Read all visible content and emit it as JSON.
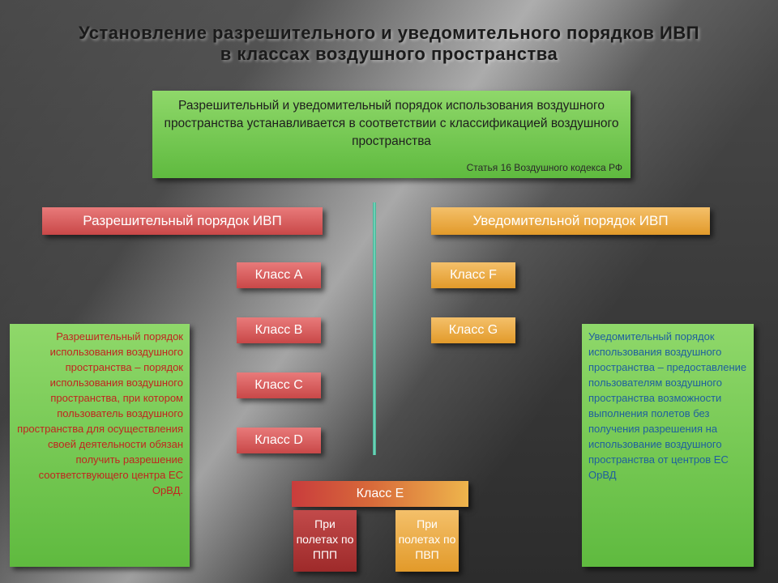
{
  "title": {
    "line1": "Установление разрешительного и уведомительного порядков ИВП",
    "line2": "в классах воздушного пространства"
  },
  "top_box": {
    "text": "Разрешительный и уведомительный порядок использования воздушного пространства устанавливается в соответствии с классификацией воздушного пространства",
    "citation": "Статья 16 Воздушного кодекса РФ"
  },
  "left_header": "Разрешительный порядок ИВП",
  "right_header": "Уведомительной порядок ИВП",
  "left_classes": [
    "Класс A",
    "Класс B",
    "Класс C",
    "Класс D"
  ],
  "right_classes": [
    "Класс F",
    "Класс G"
  ],
  "left_note": "Разрешительный порядок использования воздушного пространства – порядок использования воздушного пространства, при котором пользователь воздушного пространства для осуществления своей деятельности обязан получить разрешение соответствующего центра ЕС ОрВД.",
  "right_note": "Уведомительный порядок использования воздушного пространства – предоставление пользователям воздушного пространства возможности выполнения полетов без получения разрешения на использование воздушного пространства от центров ЕС ОрВД",
  "class_e": {
    "label": "Класс E",
    "sub_left": "При полетах по ППП",
    "sub_right": "При полетах по ПВП"
  },
  "colors": {
    "green": "#6cc84a",
    "red": "#d45a5a",
    "orange": "#eaa83a",
    "divider": "#5cc9a8"
  }
}
